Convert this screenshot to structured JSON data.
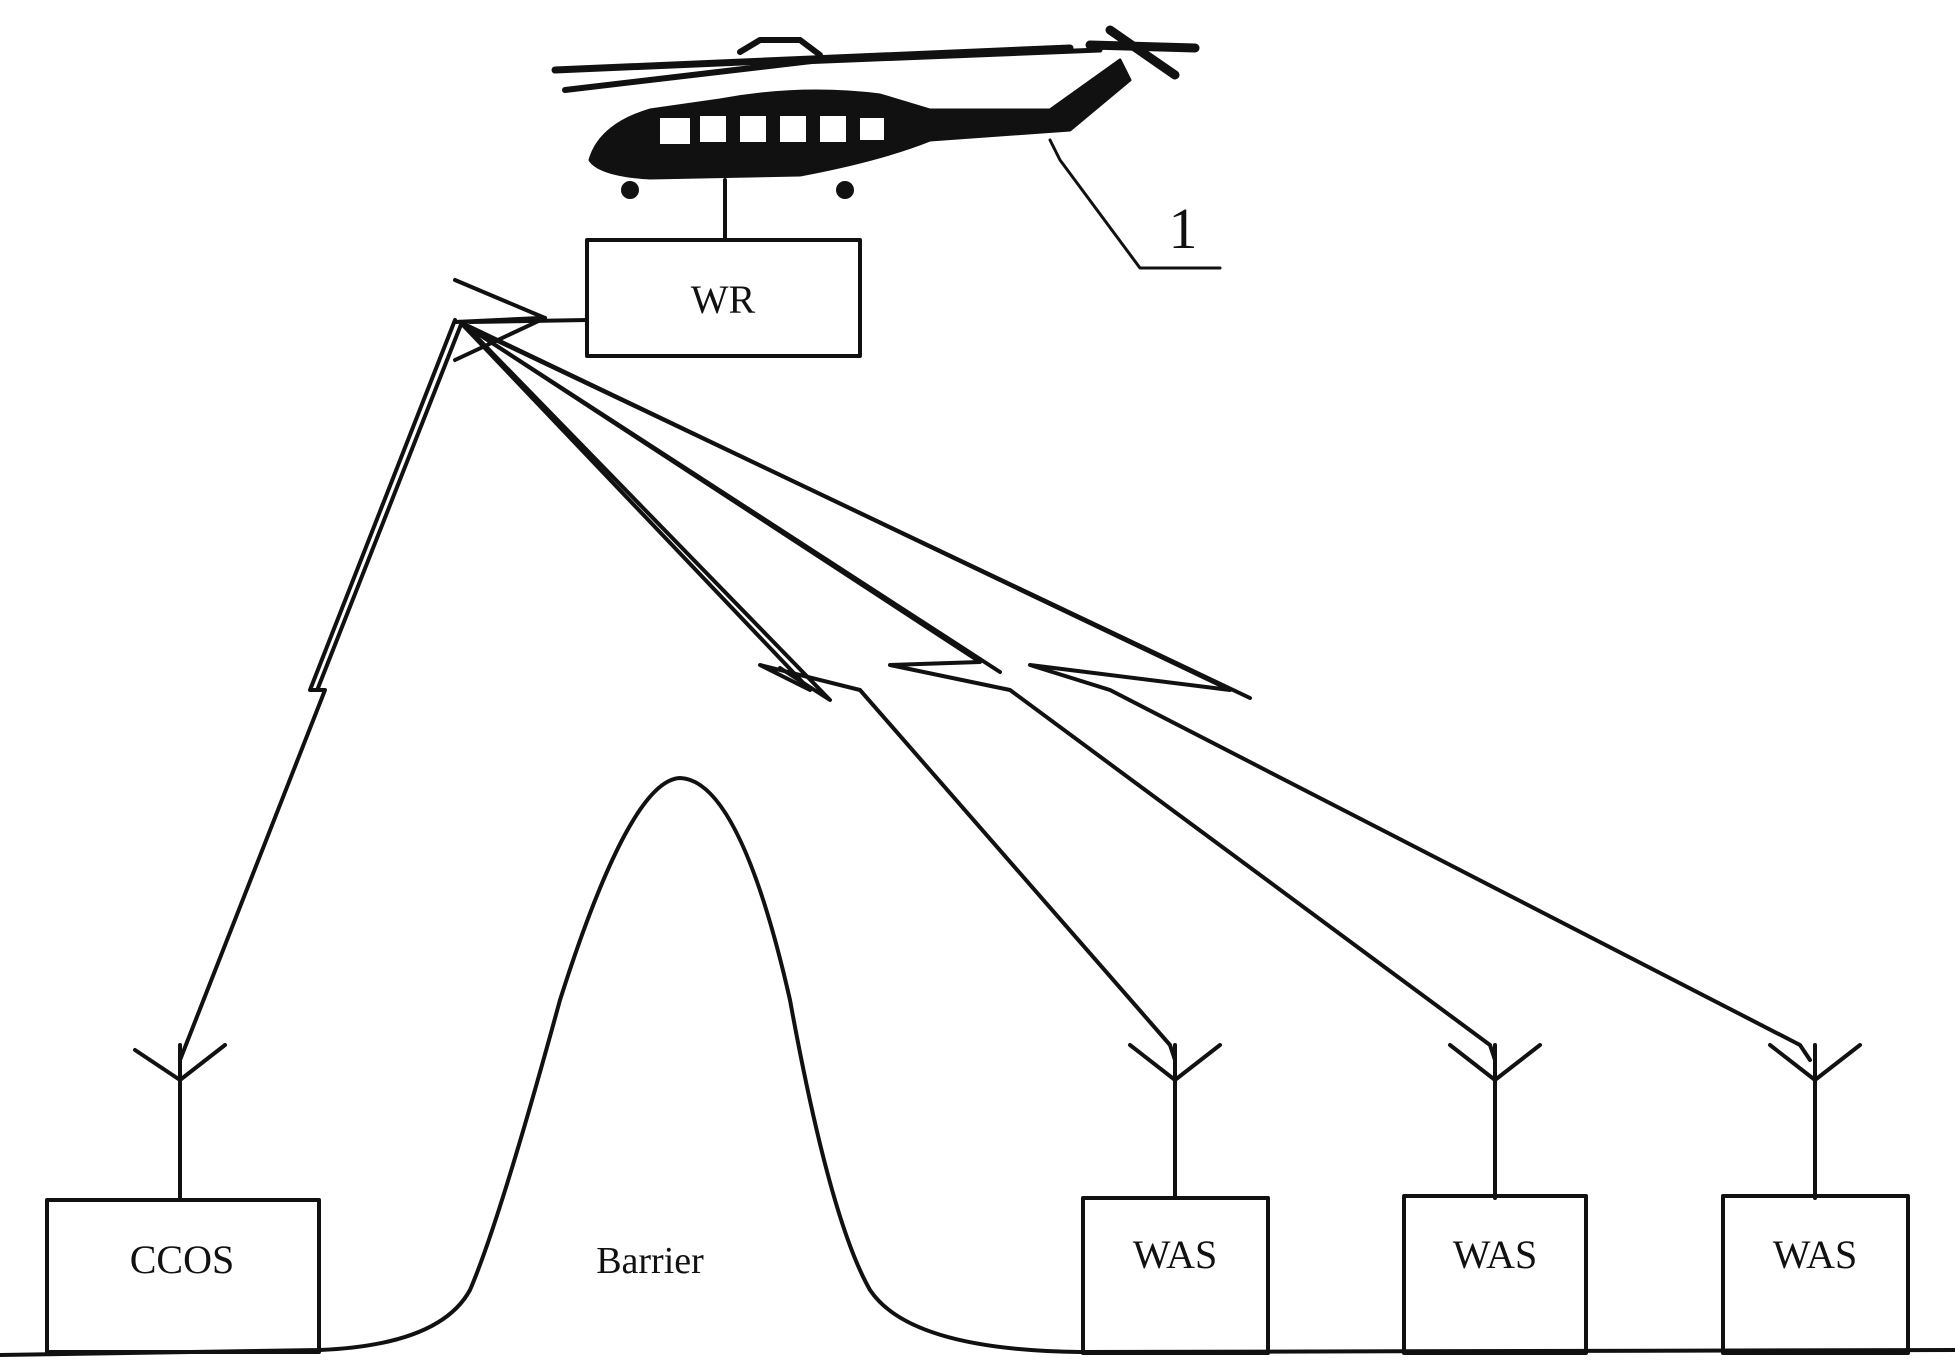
{
  "diagram": {
    "aircraft_label": "1",
    "relay": {
      "label": "WR"
    },
    "control_station": {
      "label": "CCOS"
    },
    "barrier": {
      "label": "Barrier"
    },
    "stations": [
      {
        "label": "WAS"
      },
      {
        "label": "WAS"
      },
      {
        "label": "WAS"
      }
    ],
    "colors": {
      "ink": "#111111",
      "background": "#ffffff"
    }
  }
}
